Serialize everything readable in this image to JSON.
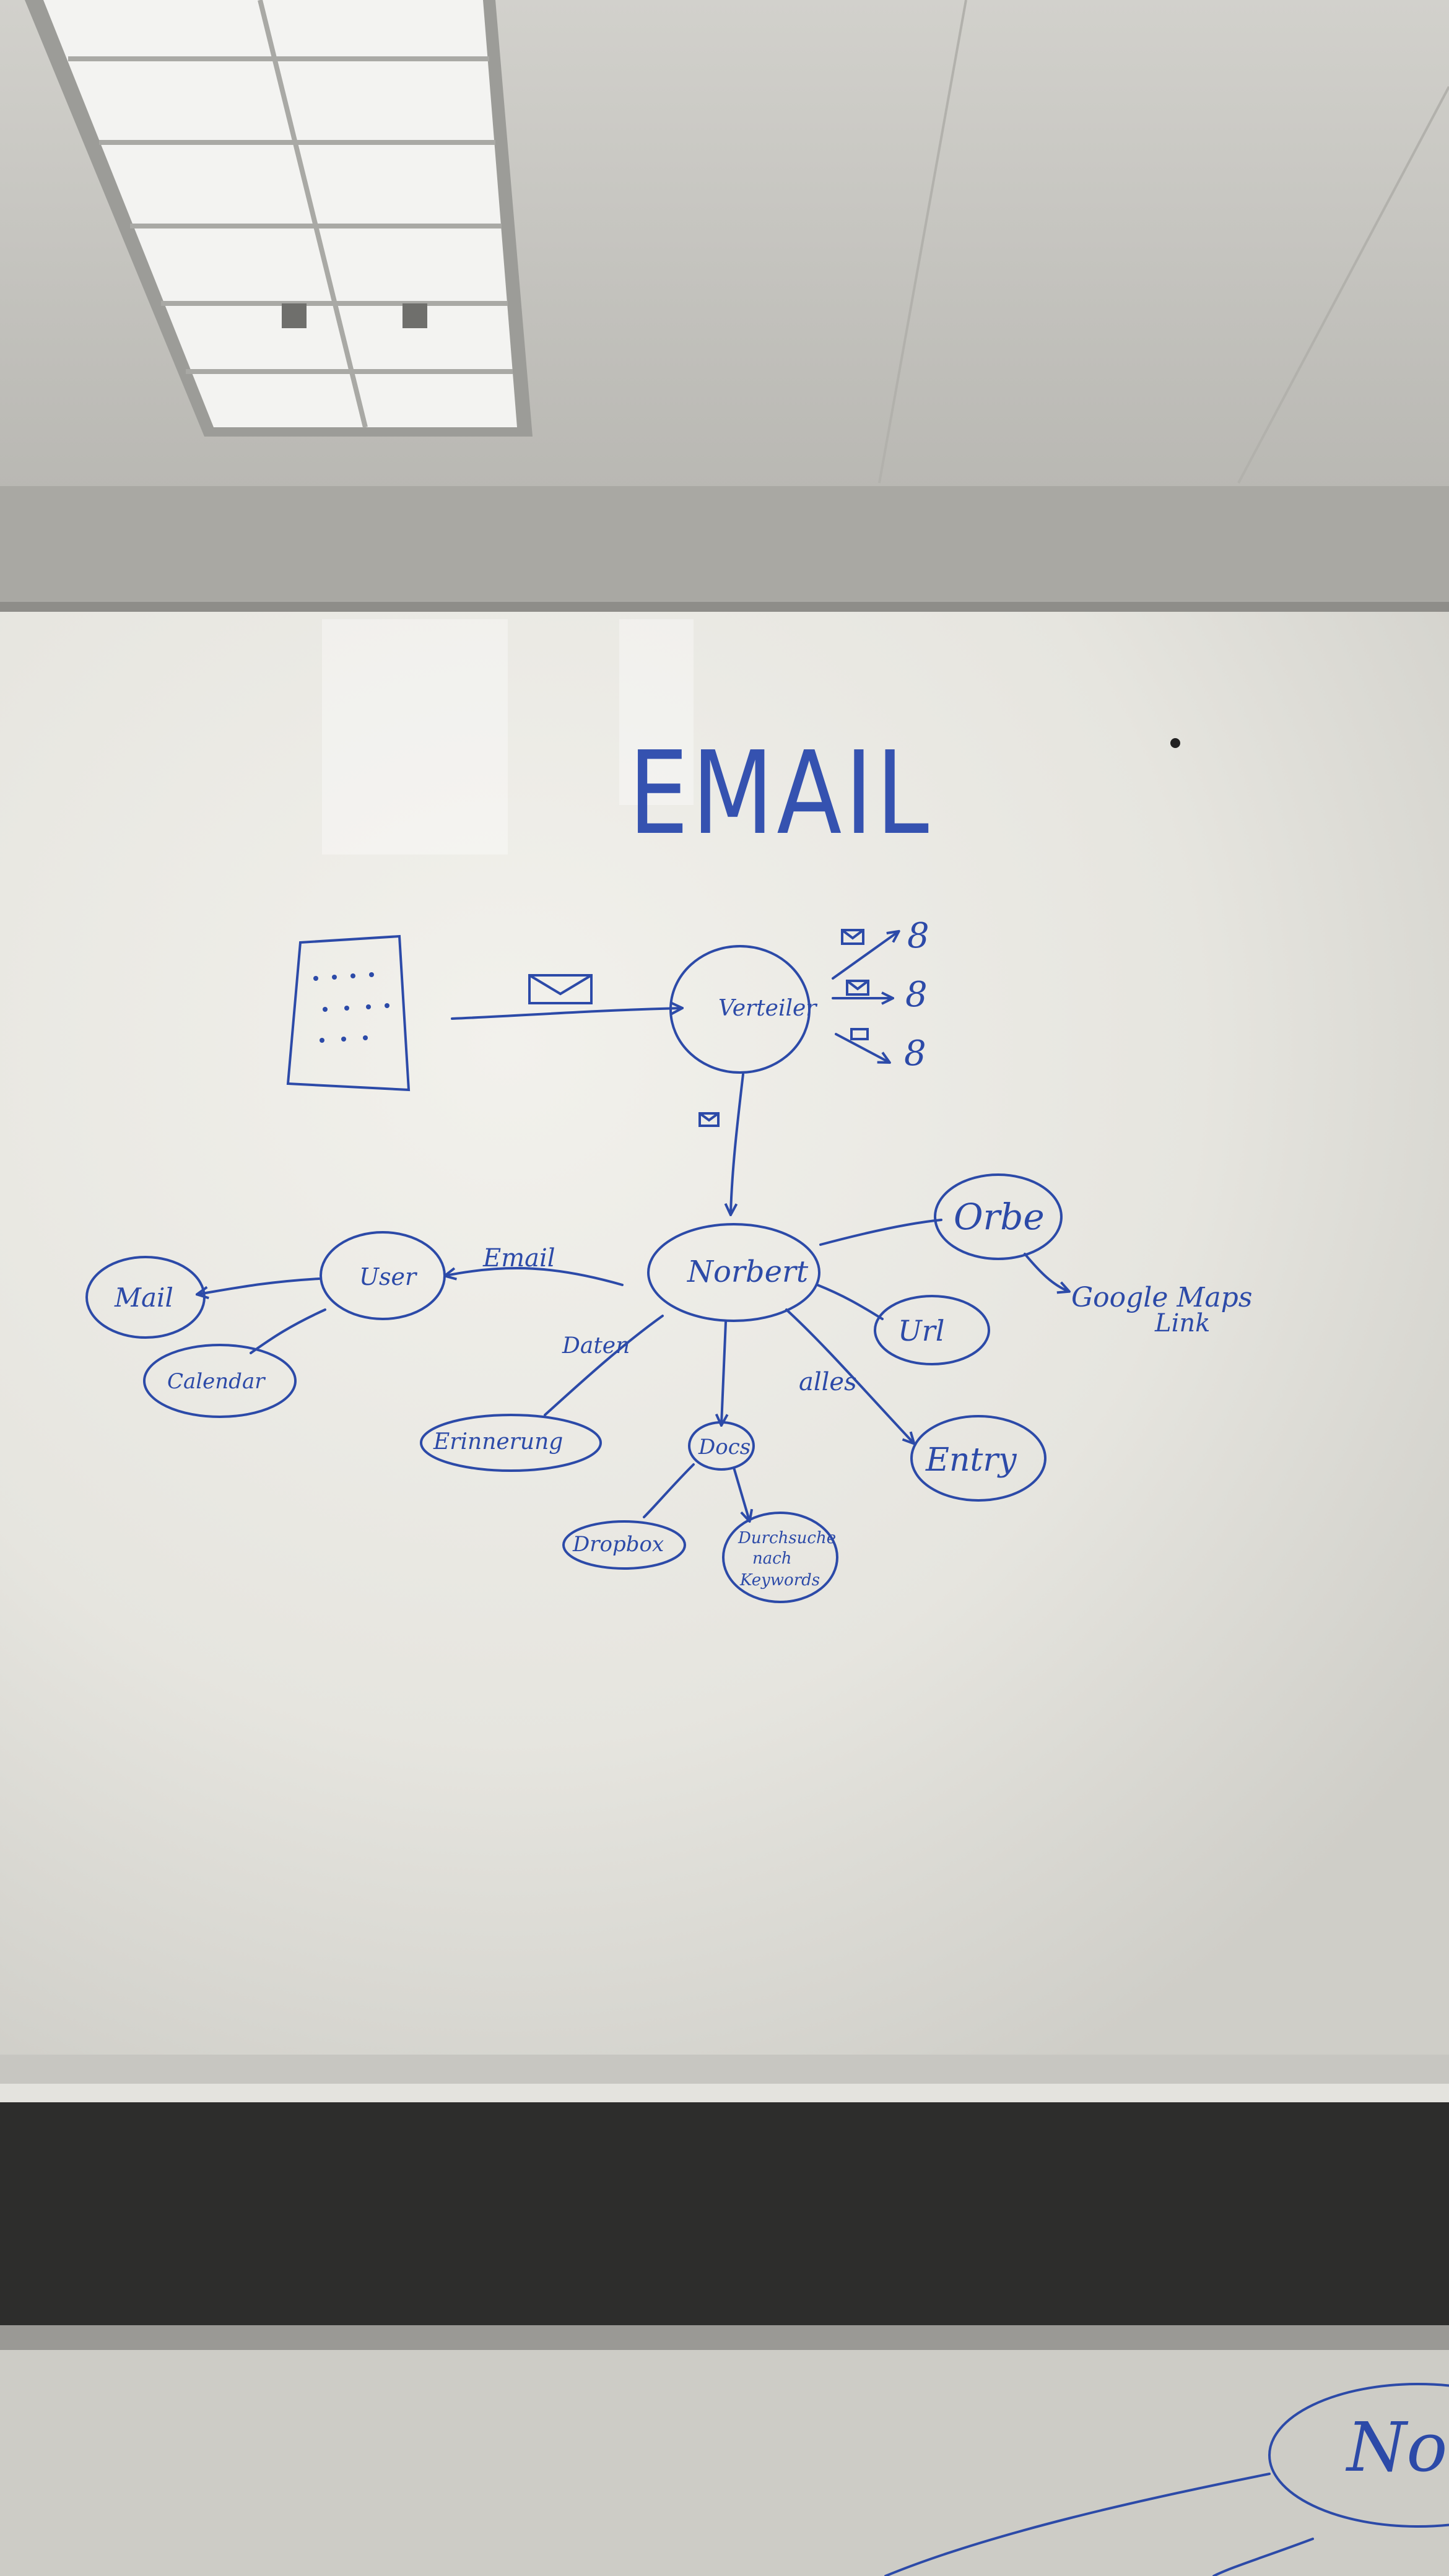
{
  "title": "EMAIL",
  "nodes": {
    "verteiler": "Verteiler",
    "norbert": "Norbert",
    "user": "User",
    "mail": "Mail",
    "calendar": "Calendar",
    "orbe": "Orbe",
    "url": "Url",
    "entry": "Entry",
    "erinnerung": "Erinnerung",
    "docs": "Docs",
    "dropbox": "Dropbox",
    "search_keywords": [
      "Durchsuche",
      "nach",
      "Keywords"
    ],
    "recipient": "8",
    "partial_node": "Nor"
  },
  "edge_labels": {
    "email": "Email",
    "daten": "Daten",
    "alles": "alles",
    "google_maps": [
      "Google Maps",
      "Link"
    ]
  },
  "colors": {
    "marker": "#2c4aa8",
    "whiteboard": "#eceae4",
    "ceiling": "#c9c8c3"
  }
}
